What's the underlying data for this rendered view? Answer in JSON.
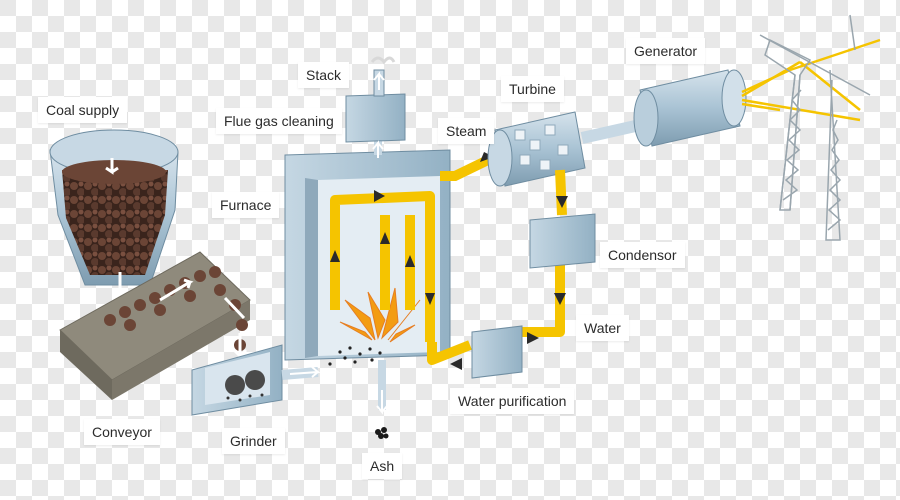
{
  "labels": {
    "coal_supply": "Coal supply",
    "conveyor": "Conveyor",
    "grinder": "Grinder",
    "ash": "Ash",
    "furnace": "Furnace",
    "flue_gas_cleaning": "Flue gas cleaning",
    "stack": "Stack",
    "steam": "Steam",
    "turbine": "Turbine",
    "generator": "Generator",
    "condensor": "Condensor",
    "water": "Water",
    "water_purification": "Water purification"
  },
  "colors": {
    "equipment": "#a9c3d4",
    "equipment_dark": "#7e9cb0",
    "pipe": "#f5c400",
    "flame": "#f39c12",
    "coal": "#5a3a2e",
    "conveyor_belt": "#8f8a7c"
  }
}
